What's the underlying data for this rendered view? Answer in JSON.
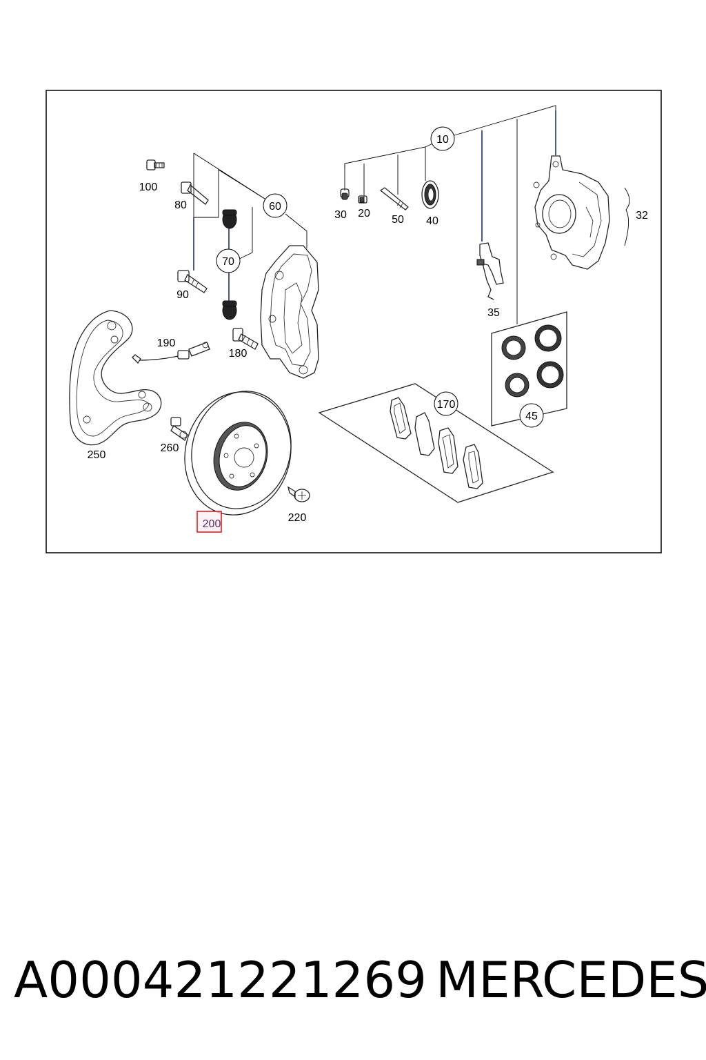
{
  "diagram": {
    "callouts": {
      "c10": "10",
      "c20": "20",
      "c30": "30",
      "c32": "32",
      "c35": "35",
      "c40": "40",
      "c45": "45",
      "c50": "50",
      "c60": "60",
      "c70": "70",
      "c80": "80",
      "c90": "90",
      "c100": "100",
      "c170": "170",
      "c180": "180",
      "c190": "190",
      "c200": "200",
      "c220": "220",
      "c250": "250",
      "c260": "260"
    },
    "highlight": {
      "part": "200",
      "color": "#e02020"
    }
  },
  "caption": {
    "part_number": "A000421221269",
    "make": "MERCEDES"
  }
}
